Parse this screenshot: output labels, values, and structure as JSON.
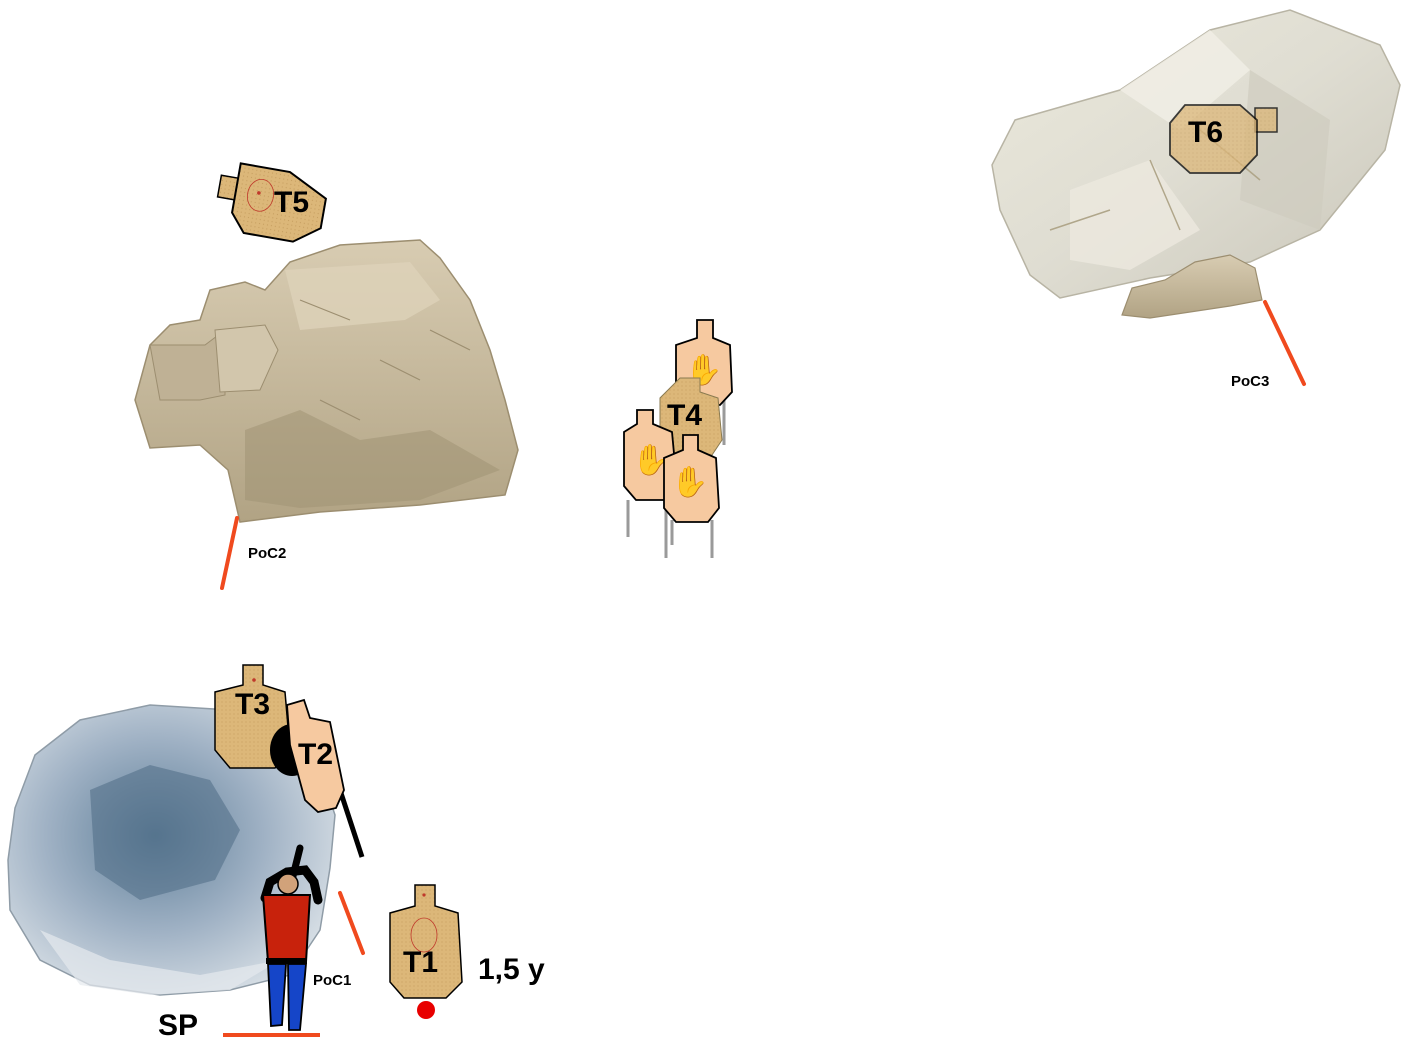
{
  "targets": {
    "t1": "T1",
    "t2": "T2",
    "t3": "T3",
    "t4": "T4",
    "t5": "T5",
    "t6": "T6"
  },
  "positions_of_cover": {
    "poc1": "PoC1",
    "poc2": "PoC2",
    "poc3": "PoC3"
  },
  "start_position_label": "SP",
  "distance_label": "1,5 y",
  "colors": {
    "cover_line": "#f04a1e",
    "paper_target": "#dcb779",
    "no_shoot_target": "#f6c9a0",
    "rock_tan": "#c9bba0",
    "rock_blue": "#9fb1c4",
    "rock_crystal": "#ddd9cc",
    "shooter_shirt": "#c8220c",
    "shooter_pants": "#1545c8",
    "start_marker": "#e80000"
  },
  "icons": {
    "no_shoot": "hand-icon",
    "shooter": "shooter-figure-icon",
    "start_marker": "red-dot-icon"
  }
}
